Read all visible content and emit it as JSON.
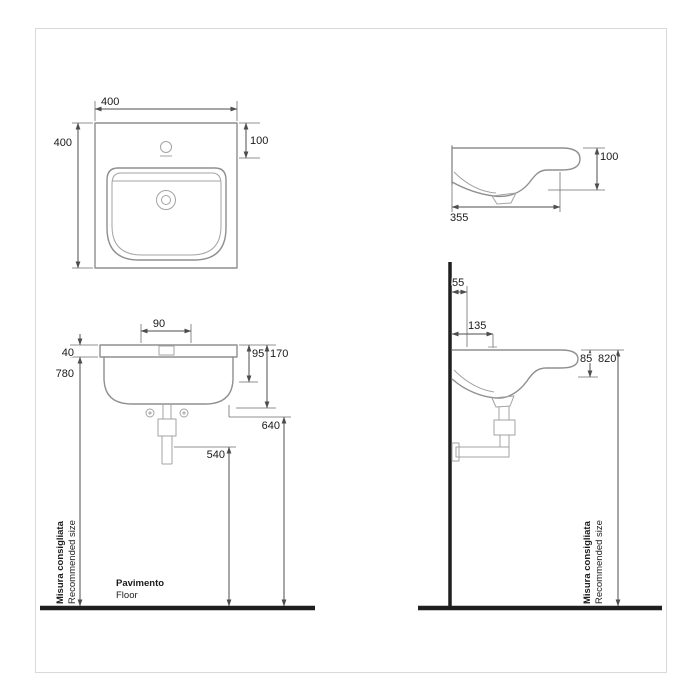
{
  "palette": {
    "background": "#ffffff",
    "frame_border": "#d9d9d9",
    "dimension_lines": "#4d4d4d",
    "fixture_lines": "#8f8f8f",
    "heavy_lines": "#1f1f1f",
    "text": "#1a1a1a"
  },
  "plan_view": {
    "dim_width_top": "400",
    "dim_depth_left": "400",
    "dim_tap_offset_right": "100"
  },
  "profile_view": {
    "dim_rim_height": "100",
    "dim_depth": "355"
  },
  "front_view": {
    "dim_tap_spacing": "90",
    "dim_rim_thickness": "40",
    "dim_underside_height": "780",
    "dim_95": "95",
    "dim_170": "170",
    "dim_bowl_bottom_height": "640",
    "dim_trap_height": "540",
    "floor_label_it": "Pavimento",
    "floor_label_en": "Floor",
    "recommended_label_it": "Misura consigliata",
    "recommended_label_en": "Recommended size"
  },
  "installation_view": {
    "dim_fixing_offset": "55",
    "dim_tap_wall_distance": "135",
    "dim_85": "85",
    "dim_rim_height_floor": "820",
    "recommended_label_it": "Misura consigliata",
    "recommended_label_en": "Recommended size"
  }
}
